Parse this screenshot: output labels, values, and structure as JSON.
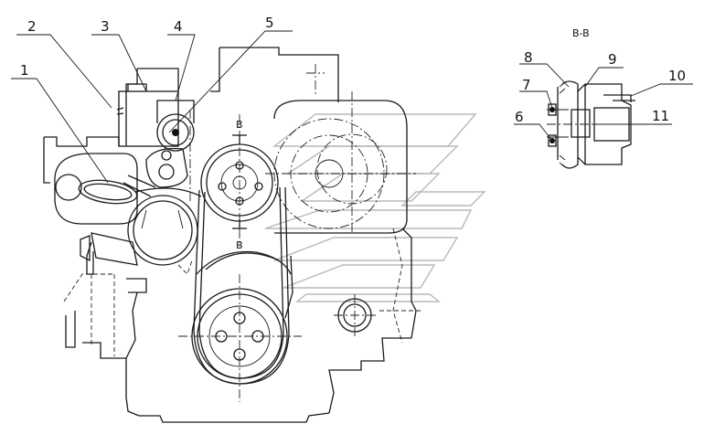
{
  "diagram": {
    "section_label": "B-B",
    "cut_mark": "B",
    "callouts": [
      {
        "id": "c1",
        "text": "1"
      },
      {
        "id": "c2",
        "text": "2"
      },
      {
        "id": "c3",
        "text": "3"
      },
      {
        "id": "c4",
        "text": "4"
      },
      {
        "id": "c5",
        "text": "5"
      },
      {
        "id": "c6",
        "text": "6"
      },
      {
        "id": "c7",
        "text": "7"
      },
      {
        "id": "c8",
        "text": "8"
      },
      {
        "id": "c9",
        "text": "9"
      },
      {
        "id": "c10",
        "text": "10"
      },
      {
        "id": "c11",
        "text": "11"
      }
    ]
  },
  "colors": {
    "line": "#1a1a1a",
    "watermark": "#b9b9b9",
    "background": "#ffffff"
  }
}
